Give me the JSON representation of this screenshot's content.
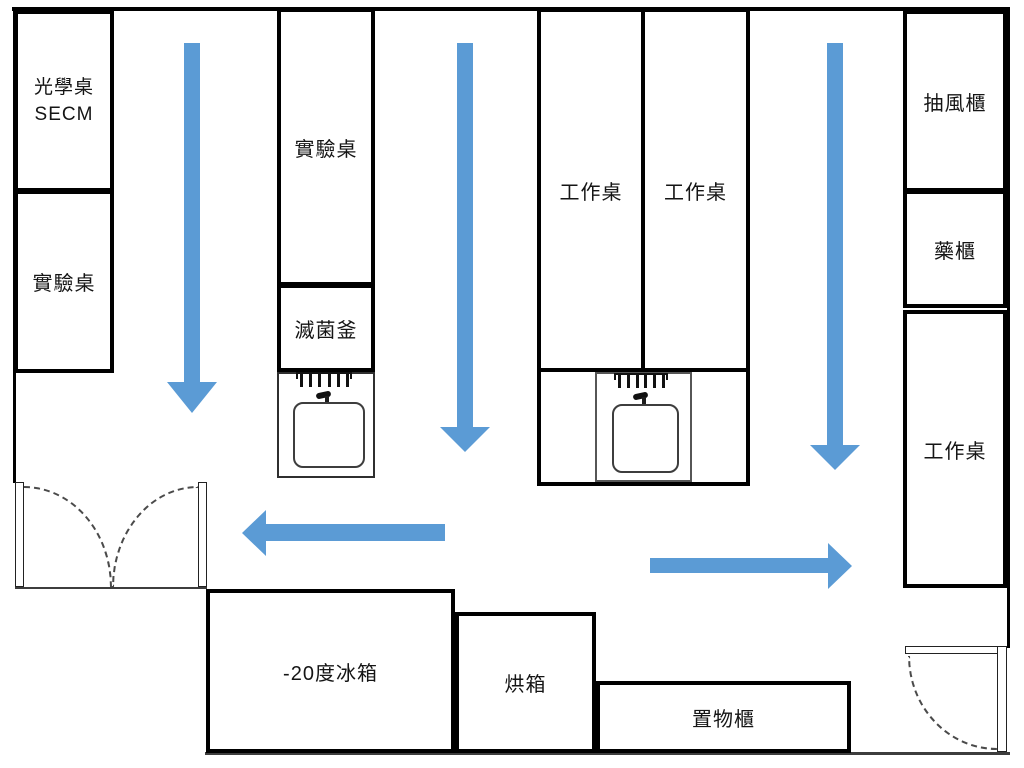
{
  "diagram": {
    "title": "laboratory floor plan",
    "colors": {
      "arrow_fill": "#5B9BD5",
      "wall": "#000000"
    },
    "furniture": {
      "optical_table": {
        "line1": "光學桌",
        "line2": "SECM"
      },
      "lab_bench_left": {
        "label": "實驗桌"
      },
      "lab_bench_mid": {
        "label": "實驗桌"
      },
      "autoclave": {
        "label": "滅菌釜"
      },
      "work_desk_mid_left": {
        "label": "工作桌"
      },
      "work_desk_mid_right": {
        "label": "工作桌"
      },
      "fume_hood": {
        "label": "抽風櫃"
      },
      "medicine_cabinet": {
        "label": "藥櫃"
      },
      "work_desk_right": {
        "label": "工作桌"
      },
      "freezer": {
        "label": "-20度冰箱"
      },
      "oven": {
        "label": "烘箱"
      },
      "storage_cabinet": {
        "label": "置物櫃"
      }
    },
    "arrows": {
      "color": "#5B9BD5",
      "items": [
        {
          "name": "left-aisle-flow",
          "direction": "down"
        },
        {
          "name": "center-aisle-flow",
          "direction": "down"
        },
        {
          "name": "right-aisle-flow",
          "direction": "down"
        },
        {
          "name": "lower-left-flow",
          "direction": "left"
        },
        {
          "name": "lower-right-flow",
          "direction": "right"
        }
      ]
    },
    "doors": [
      {
        "name": "main-double-door",
        "type": "double-swing",
        "position": "bottom-left"
      },
      {
        "name": "side-door",
        "type": "single-swing",
        "position": "bottom-right"
      }
    ],
    "sinks": [
      {
        "name": "sink-left",
        "position": "below-autoclave"
      },
      {
        "name": "sink-middle",
        "position": "below-mid-work-desks"
      }
    ]
  }
}
